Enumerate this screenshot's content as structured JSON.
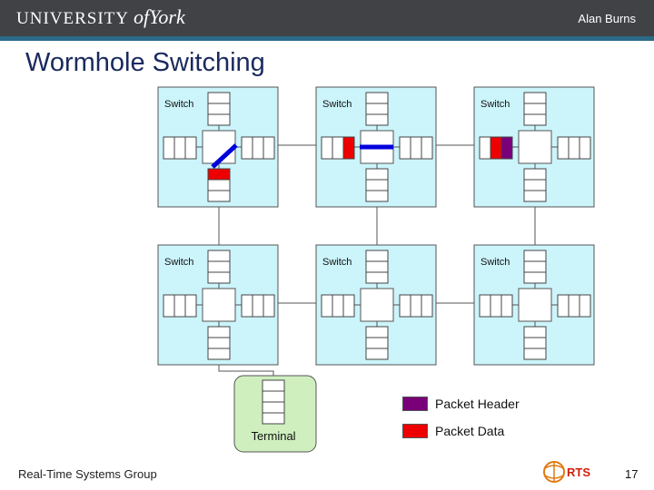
{
  "header": {
    "logo_text": "UNIVERSITY",
    "logo_of": "of",
    "logo_york": "York",
    "author": "Alan Burns"
  },
  "title": "Wormhole Switching",
  "switch_label": "Switch",
  "terminal_label": "Terminal",
  "legend": {
    "header_label": "Packet Header",
    "data_label": "Packet Data"
  },
  "footer": {
    "group": "Real-Time Systems Group",
    "page": "17",
    "brand": "RTS"
  },
  "colors": {
    "switch_fill": "#ccf4fb",
    "terminal_fill": "#cfefbf",
    "packet_header": "#7a007a",
    "packet_data": "#ee0000",
    "link_active": "#0000dd",
    "header_bg": "#404246",
    "header_accent": "#2b6a88"
  }
}
